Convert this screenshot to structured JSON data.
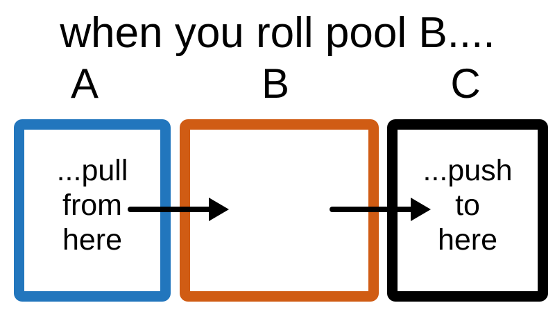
{
  "title": "when you roll pool B....",
  "colors": {
    "pool_a_border": "#2276bd",
    "pool_b_border": "#d05c14",
    "pool_c_border": "#000000",
    "arrow": "#000000",
    "text": "#000000",
    "background": "#ffffff"
  },
  "pools": [
    {
      "label": "A",
      "lines": [
        "...pull",
        "from",
        "here"
      ]
    },
    {
      "label": "B",
      "lines": []
    },
    {
      "label": "C",
      "lines": [
        "...push",
        "to",
        "here"
      ]
    }
  ],
  "arrows": [
    {
      "name": "arrow-a-to-b",
      "from": "A",
      "to": "B"
    },
    {
      "name": "arrow-b-to-c",
      "from": "B",
      "to": "C"
    }
  ]
}
